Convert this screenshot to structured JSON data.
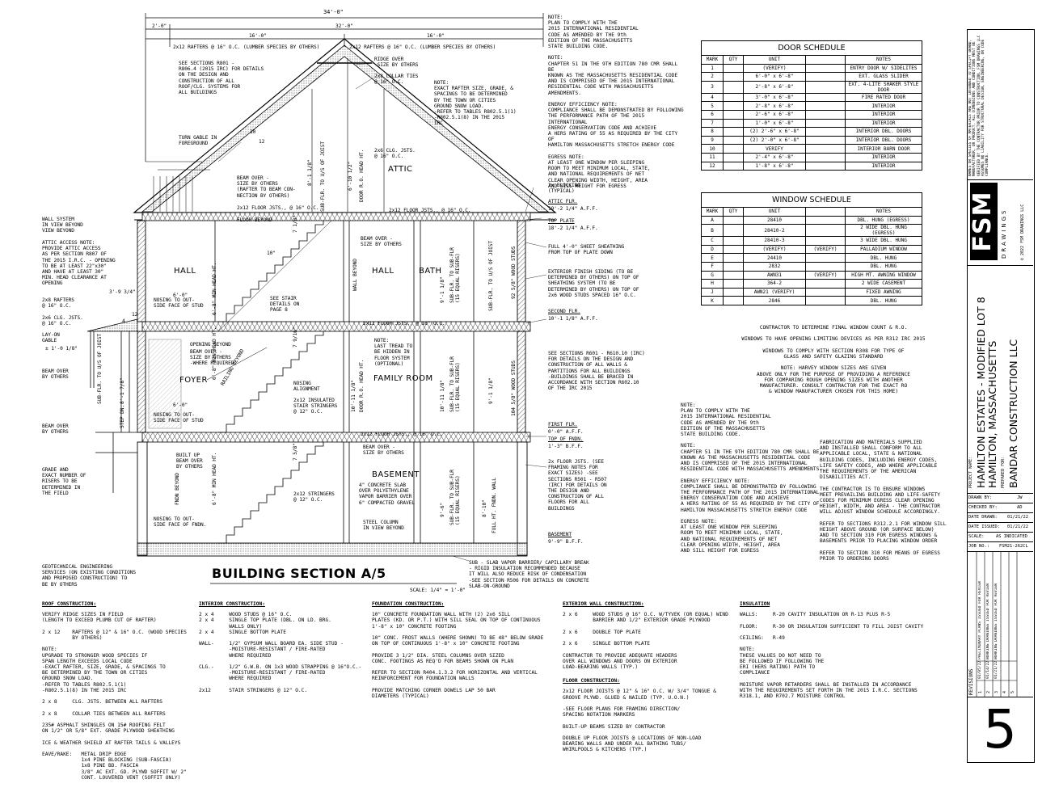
{
  "dimensions": {
    "overall": "34'-0\"",
    "left_offset": "2'-0\"",
    "main_width": "32'-0\"",
    "half_left": "16'-0\"",
    "half_right": "16'-0\"",
    "porch": "3'-9 3/4\"",
    "stair_clear": "6'-0\"",
    "stair_clear_2": "6'-0\"",
    "sill_ht": "± 1'-0 1/8\"",
    "roof_pitch_rise": "10",
    "roof_pitch_run": "12",
    "porch_pitch_rise": "4",
    "porch_pitch_run": "12",
    "head_attic": "8'-1 1/8\"",
    "head_attic_2": "6'-10 1/2\"",
    "hall_head": "6'-8\" MIN HEAD HT.",
    "foyer_head": "6'-8\" MIN HEAD HT.",
    "base_head": "6'-8\" MIN HEAD HT.",
    "dim_2nd": "9'-1 1/8\"",
    "dim_1st": "9'-1 1/8\"",
    "dim_foyer": "8'-1 7/8\"",
    "dim_fam": "10'-11 1/8\"",
    "dim_base": "9'-6\"",
    "dim_base_2": "8'-10\"",
    "riser_1": "7 1/8\"",
    "riser_2": "7 9/16\"",
    "riser_3": "7 5/8\"",
    "tread": "10\"",
    "door_rough": "DOOR R.O. HEAD HT.",
    "step_dn": "STEP DN."
  },
  "rooms": {
    "attic": "ATTIC",
    "hall_left": "HALL",
    "hall_right": "HALL",
    "bath": "BATH",
    "foyer": "FOYER",
    "family": "FAMILY ROOM",
    "basement": "BASEMENT"
  },
  "callouts": {
    "rafters_left": "2x12 RAFTERS @ 16\" O.C. (LUMBER SPECIES BY OTHERS)",
    "rafters_right": "2x12 RAFTERS @ 16\" O.C. (LUMBER SPECIES BY OTHERS)",
    "ridge": "RIDGE OVER\n-SIZE BY OTHERS",
    "collar": "2x8 COLLAR TIES\n@ 16\" O.C.",
    "see_r801": "SEE SECTIONS R801 -\nR806.4 (2015 IRC) FOR DETAILS\nON THE DESIGN AND\nCONSTRUCTION OF ALL\nROOF/CLG. SYSTEMS FOR\nALL BUILDINGS",
    "note_rafter": "NOTE:\nEXACT RAFTER SIZE, GRADE, &\nSPACINGS TO BE DETERMINED\nBY THE TOWN OR CITIES\nGROUND SNOW LOAD.\n-REFER TO TABLES R802.5.1(1)\n-R802.5.1(8) IN THE 2015\nIRC",
    "turn_gable": "TURN GABLE IN\nFOREGROUND",
    "clg_jsts": "2x6 CLG. JSTS.\n@ 16\" O.C.",
    "beam_attic": "BEAM OVER -\nSIZE BY OTHERS\n(RAFTER TO BEAM CON-\nNECTION BY OTHERS)",
    "floor_2x12_attic": "2x12 FLOOR JSTS., @ 16\" O.C.",
    "floor_2x12_attic_r": "2x12 FLOOR JSTS., @ 16\" O.C.",
    "floor_beyond": "FLOOR BEYOND",
    "wall_system": "WALL SYSTEM\nIN VIEW BEYOND\nVIEW BEYOND",
    "attic_access": "ATTIC ACCESS NOTE:\nPROVIDE ATTIC ACCESS\nAS PER SECTION R807 OF\nTHE 2015 I.R.C. - OPENING\nTO BE AT LEAST 22\"x30\"\nAND HAVE AT LEAST 30\"\nMIN. HEAD CLEARANCE AT\nOPENING",
    "rafters_porch": "2x8 RAFTERS\n@ 16\" O.C.",
    "clg_porch": "2x6 CLG. JSTS.\n@ 16\" O.C.",
    "layon": "LAY-ON\nGABLE",
    "beam_over_1": "BEAM OVER\nBY OTHERS",
    "beam_over_2": "BEAM OVER\nBY OTHERS",
    "grade_note": "GRADE AND\nEXACT NUMBER OF\nRISERS TO BE\nDETERMINED IN\nTHE FIELD",
    "beam_hall": "BEAM OVER -\nSIZE BY OTHERS",
    "wall_beyond": "WALL BEYOND",
    "nosing_1": "NOSING TO OUT-\nSIDE FACE OF STUD",
    "see_stair": "SEE STAIR\nDETAILS ON\nPAGE 8",
    "floor_2nd": "2x12 FLOOR JSTS., @ 16\" O.C.",
    "opening_beyond": "OPENING BEYOND",
    "beam_foyer": "BEAM OVER -\nSIZE BY OTHERS\n-WHERE REQUIRED",
    "railing": "RAILING BEYOND",
    "note_tread": "NOTE:\nLAST TREAD TO\nBE HIDDEN IN\nFLOOR SYSTEM\n(OPTIONAL)",
    "nosing_align": "NOSING\nALIGNMENT",
    "stringers_ins": "2x12 INSULATED\nSTAIR STRINGERS\n@ 12\" O.C.",
    "nosing_2": "NOSING TO OUT-\nSIDE FACE OF STUD",
    "floor_1st": "2x12 FLOOR JSTS., @ 16\" O.C.",
    "built_up": "BUILT UP\nBEAM OVER\nBY OTHERS",
    "beam_base": "BEAM OVER -\nSIZE BY OTHERS",
    "slab": "4\" CONCRETE SLAB\nOVER POLYETHYLENE\nVAPOR BARRIER OVER\n6\" COMPACTED GRAVEL",
    "stringers_base": "2x12 STRINGERS\n@ 12\" O.C.",
    "steel_col": "STEEL COLUMN\nIN VIEW BEYOND",
    "nosing_3": "NOSING TO OUT-\nSIDE FACE OF FNDN.",
    "fndn_beyond": "FNDN BEYOND",
    "geotech": "GEOTECHNICAL ENGINEERING\nSERVICES (ON EXISTING CONDITIONS\nAND PROPOSED CONSTRUCTION) TO\nBE BY OTHERS",
    "blocking": "2x BLOCKING\n(TYPICAL)",
    "sheathing": "FULL 4'-0\" SHEET SHEATHING\nFROM TOP OF PLATE DOWN",
    "siding": "EXTERIOR FINISH SIDING (TO BE\nDETERMINED BY OTHERS) ON TOP OF\nSHEATHING SYSTEM (TO BE\nDETERMINED BY OTHERS) ON TOP OF\n2x6 WOOD STUDS SPACED 16\" O.C.",
    "see_r601": "SEE SECTIONS R601 - R610.10 (IRC)\nFOR DETAILS ON THE DESIGN AND\nCONSTRUCTION OF ALL WALLS &\nPARTITIONS FOR ALL BUILDINGS\n-BUILDINGS SHALL BE BRACED IN\nACCORDANCE WITH SECTION R602.10\nOF THE IRC 2015",
    "floor_see": "2x FLOOR JSTS. (SEE\nFRAMING NOTES FOR\nEXACT SIZES) -SEE\nSECTIONS R501 - R507\n(IRC) FOR DETAILS ON\nTHE DESIGN AND\nCONSTRUCTION OF ALL\nFLOORS FOR ALL\nBUILDINGS",
    "sub_slab": "SUB - SLAB VAPOR BARRIER/ CAPILLARY BREAK\n- RIGID INSULATION RECOMMENDED BECAUSE\nIT WILL ALSO REDUCE RISK OF CONDENSATION\n-SEE SECTION R506 FOR DETAILS ON CONCRETE\nSLAB-ON-GROUND",
    "sub_flr_2": "SUB-FLR. TO U/S OF JOIST",
    "sub_flr_1": "SUB-FLR. TO SUB-FLR\n(15 EQUAL RISERS)",
    "wood_studs_92": "92 5/8\" WOOD STUDS",
    "wood_studs_104": "104 5/8\" WOOD STUDS",
    "full_ht": "FULL HT. FNDN. WALL"
  },
  "elevations": [
    {
      "name": "ATTIC FLR.",
      "value": "19'-2 1/4\" A.F.F."
    },
    {
      "name": "TOP PLATE",
      "value": "18'-2 1/4\" A.F.F."
    },
    {
      "name": "SECOND FLR.",
      "value": "10'-1 1/8\" A.F.F."
    },
    {
      "name": "FIRST FLR.",
      "value": "0'-0\" A.F.F."
    },
    {
      "name": "TOP OF FNDN.",
      "value": "1'-3\" B.F.F."
    },
    {
      "name": "BASEMENT",
      "value": "9'-9\" B.F.F."
    }
  ],
  "title": {
    "main": "BUILDING SECTION A/5",
    "scale": "SCALE: 1/4\" = 1'-0\""
  },
  "top_notes": "NOTE:\nPLAN TO COMPLY WITH THE\n2015 INTERNATIONAL RESIDENTIAL\nCODE AS AMENDED BY THE 9th\nEDITION OF THE MASSACHUSETTS\nSTATE BUILDING CODE.\n\nNOTE:\nCHAPTER 51 IN THE 9TH EDITION 780 CMR SHALL BE\nKNOWN AS THE MASSACHUSETTS RESIDENTIAL CODE\nAND IS COMPRISED OF THE 2015 INTERNATIONAL\nRESIDENTIAL CODE WITH MASSACHUSETTS AMENDMENTS.\n\nENERGY EFFICIENCY NOTE:\nCOMPLIANCE SHALL BE DEMONSTRATED BY FOLLOWING\nTHE PERFORMANCE PATH OF THE 2015 INTERNATIONAL\nENERGY CONSERVATION CODE AND ACHIEVE\nA HERS RATING OF 55 AS REQUIRED BY THE CITY OF\nHAMILTON MASSACHUSETTS STRETCH ENERGY CODE\n\nEGRESS NOTE:\nAT LEAST ONE WINDOW PER SLEEPING\nROOM TO MEET MINIMUM LOCAL, STATE,\nAND NATIONAL REQUIREMENTS OF NET\nCLEAR OPENING WIDTH, HEIGHT, AREA\nAND SILL HEIGHT FOR EGRESS",
  "mid_notes": "NOTE:\nPLAN TO COMPLY WITH THE\n2015 INTERNATIONAL RESIDENTIAL\nCODE AS AMENDED BY THE 9th\nEDITION OF THE MASSACHUSETTS\nSTATE BUILDING CODE.\n\nNOTE:\nCHAPTER 51 IN THE 9TH EDITION 780 CMR SHALL BE\nKNOWN AS THE MASSACHUSETTS RESIDENTIAL CODE\nAND IS COMPRISED OF THE 2015 INTERNATIONAL\nRESIDENTIAL CODE WITH MASSACHUSETTS AMENDMENTS.\n\nENERGY EFFICIENCY NOTE:\nCOMPLIANCE SHALL BE DEMONSTRATED BY FOLLOWING\nTHE PERFORMANCE PATH OF THE 2015 INTERNATIONAL\nENERGY CONSERVATION CODE AND ACHIEVE\nA HERS RATING OF 55 AS REQUIRED BY THE CITY OF\nHAMILTON MASSACHUSETTS STRETCH ENERGY CODE\n\nEGRESS NOTE:\nAT LEAST ONE WINDOW PER SLEEPING\nROOM TO MEET MINIMUM LOCAL, STATE,\nAND NATIONAL REQUIREMENTS OF NET\nCLEAR OPENING WIDTH, HEIGHT, AREA\nAND SILL HEIGHT FOR EGRESS",
  "fab_notes": "FABRICATION AND MATERIALS SUPPLIED\nAND INSTALLED SHALL CONFORM TO ALL\nAPPLICABLE LOCAL, STATE & NATIONAL\nBUILDING CODES, INCLUDING ENERGY CODES,\nLIFE SAFETY CODES, AND WHERE APPLICABLE\nTHE REQUIREMENTS OF THE AMERICAN\nDISABILITIES ACT.\n\nTHE CONTRACTOR IS TO ENSURE WINDOWS\nMEET PREVAILING BUILDING AND LIFE-SAFETY\nCODES FOR MINIMUM EGRESS CLEAR OPENING\nHEIGHT, WIDTH, AND AREA - THE CONTRACTOR\nWILL ADJUST WINDOW SCHEDULE ACCORDINGLY.\n\nREFER TO SECTIONS R312.2.1 FOR WINDOW SILL\nHEIGHT ABOVE GROUND (OR SURFACE BELOW)\nAND TO SECTION 310 FOR EGRESS WINDOWS &\nBASEMENTS PRIOR TO PLACING WINDOW ORDER\n\nREFER TO SECTION 310 FOR MEANS OF EGRESS\nPRIOR TO ORDERING DOORS",
  "window_notes": "CONTRACTOR TO DETERMINE FINAL WINDOW COUNT & R.O.\n\nWINDOWS TO HAVE OPENING LIMITING DEVICES AS PER R312 IRC 2015\n\nWINDOWS TO COMPLY WITH SECTION R308 FOR TYPE OF\nGLASS AND SAFETY GLAZING STANDARD\n\nNOTE: HARVEY WINDOW SIZES ARE GIVEN\nABOVE ONLY FOR THE PURPOSE OF PROVIDING A REFERENCE\nFOR COMPARING ROUGH OPENING SIZES WITH ANOTHER\nMANUFACTURER. CONSULT CONTRACTOR FOR THE EXACT RO\n& WINDOW MANUFACTURER CHOSEN FOR THIS HOME)",
  "door_schedule": {
    "title": "DOOR SCHEDULE",
    "headers": [
      "MARK",
      "QTY",
      "UNIT",
      "",
      "NOTES"
    ],
    "rows": [
      [
        "1",
        "",
        "(VERIFY)",
        "",
        "ENTRY DOOR W/ SIDELITES"
      ],
      [
        "2",
        "",
        "6'-0\" x 6'-8\"",
        "",
        "EXT. GLASS SLIDER"
      ],
      [
        "3",
        "",
        "2'-8\" x 6'-8\"",
        "",
        "EXT. 4-LITE SHAKER STYLE DOOR"
      ],
      [
        "4",
        "",
        "3'-0\" x 6'-8\"",
        "",
        "FIRE RATED DOOR"
      ],
      [
        "5",
        "",
        "2'-8\" x 6'-8\"",
        "",
        "INTERIOR"
      ],
      [
        "6",
        "",
        "2'-6\" x 6'-8\"",
        "",
        "INTERIOR"
      ],
      [
        "7",
        "",
        "1'-0\" x 6'-8\"",
        "",
        "INTERIOR"
      ],
      [
        "8",
        "",
        "(2) 2'-6\" x 6'-8\"",
        "",
        "INTERIOR DBL. DOORS"
      ],
      [
        "9",
        "",
        "(2) 2'-0\" x 6'-8\"",
        "",
        "INTERIOR DBL. DOORS"
      ],
      [
        "10",
        "",
        "VERIFY",
        "",
        "INTERIOR BARN DOOR"
      ],
      [
        "11",
        "",
        "2'-4\" x 6'-8\"",
        "",
        "INTERIOR"
      ],
      [
        "12",
        "",
        "1'-8\" x 6'-8\"",
        "",
        "INTERIOR"
      ]
    ]
  },
  "window_schedule": {
    "title": "WINDOW SCHEDULE",
    "headers": [
      "MARK",
      "QTY",
      "UNIT",
      "",
      "NOTES"
    ],
    "rows": [
      [
        "A",
        "",
        "28410",
        "",
        "DBL. HUNG (EGRESS)"
      ],
      [
        "B",
        "",
        "28410-2",
        "",
        "2 WIDE DBL. HUNG (EGRESS)"
      ],
      [
        "C",
        "",
        "28410-3",
        "",
        "3 WIDE DBL. HUNG"
      ],
      [
        "D",
        "",
        "(VERIFY)",
        "(VERIFY)",
        "PALLADIUM WINDOW"
      ],
      [
        "E",
        "",
        "24410",
        "",
        "DBL. HUNG"
      ],
      [
        "F",
        "",
        "2832",
        "",
        "DBL. HUNG"
      ],
      [
        "G",
        "",
        "AWN31",
        "(VERIFY)",
        "HIGH MT. AWNING WINDOW"
      ],
      [
        "H",
        "",
        "364-2",
        "",
        "2 WIDE CASEMENT"
      ],
      [
        "J",
        "",
        "AWN21 (VERIFY)",
        "",
        "FIXED AWNING"
      ],
      [
        "K",
        "",
        "2846",
        "",
        "DBL. HUNG"
      ]
    ]
  },
  "spec": {
    "roof": {
      "head": "ROOF CONSTRUCTION:",
      "body": "VERIFY RIDGE SIZES IN FIELD\n(LENGTH TO EXCEED PLUMB CUT OF RAFTER)\n\n2 x 12    RAFTERS @ 12\" & 16\" O.C. (WOOD SPECIES\n          BY OTHERS)\n\nNOTE:\nUPGRADE TO STRONGER WOOD SPECIES IF\nSPAN LENGTH EXCEEDS LOCAL CODE\n-EXACT RAFTER, SIZE, GRADE, & SPACINGS TO\nBE DETERMINED BY THE TOWN OR CITIES\nGROUND SNOW LOAD.\n-REFER TO TABLES R802.5.1(1)\n-R802.5.1(8) IN THE 2015 IRC\n\n2 x 8     CLG. JSTS. BETWEEN ALL RAFTERS\n\n2 x 8     COLLAR TIES BETWEEN ALL RAFTERS\n\n235# ASPHALT SHINGLES ON 15# ROOFING FELT\nON 1/2\" OR 5/8\" EXT. GRADE PLYWOOD SHEATHING\n\nICE & WEATHER SHIELD AT RAFTER TAILS & VALLEYS\n\nEAVE/RAKE:   METAL DRIP EDGE\n             1x4 PINE BLOCKING (SUB-FASCIA)\n             1x8 PINE BD. FASCIA\n             3/8\" AC EXT. GD. PLYWD SOFFIT W/ 2\"\n             CONT. LOUVERED VENT (SOFFIT ONLY)"
    },
    "interior": {
      "head": "INTERIOR CONSTRUCTION:",
      "body": "2 x 4     WOOD STUDS @ 16\" O.C.\n2 x 4     SINGLE TOP PLATE (DBL. ON LD. BRG.\n          WALLS ONLY)\n2 x 4     SINGLE BOTTOM PLATE\n\nWALL-     1/2\" GYPSUM WALL BOARD EA. SIDE STUD -\n          -MOISTURE-RESISTANT / FIRE-RATED\n          WHERE REQUIRED\n\nCLG.-     1/2\" G.W.B. ON 1x3 WOOD STRAPPING @ 16\"O.C.-\n          -MOISTURE-RESISTANT / FIRE-RATED\n          WHERE REQUIRED\n\n2x12      STAIR STRINGERS @ 12\" O.C."
    },
    "foundation": {
      "head": "FOUNDATION CONSTRUCTION:",
      "body": "10\" CONCRETE FOUNDATION WALL WITH (2) 2x6 SILL\nPLATES (KD. OR P.T.) WITH SILL SEAL ON TOP OF CONTINUOUS\n1'-8\" x 10\" CONCRETE FOOTING\n\n10\" CONC. FROST WALLS (WHERE SHOWN) TO BE 48\" BELOW GRADE\nON TOP OF CONTINUOUS 1'-8\" x 10\" CONCRETE FOOTING\n\nPROVIDE 3 1/2\" DIA. STEEL COLUMNS OVER SIZED\nCONC. FOOTINGS AS REQ'D FOR BEAMS SHOWN ON PLAN\n\nREFER TO SECTION R404.1.3.2 FOR HORIZONTAL AND VERTICAL\nREINFORCEMENT FOR FOUNDATION WALLS\n\nPROVIDE MATCHING CORNER DOWELS LAP 50 BAR\nDIAMETERS (TYPICAL)"
    },
    "exterior": {
      "head": "EXTERIOR WALL CONSTRUCTION:",
      "body": "2 x 6     WOOD STUDS @ 16\" O.C. W/TYVEK (OR EQUAL) WIND\n          BARRIER AND 1/2\" EXTERIOR GRADE PLYWOOD\n\n2 x 6     DOUBLE TOP PLATE\n\n2 x 6     SINGLE BOTTOM PLATE\n\nCONTRACTOR TO PROVIDE ADEQUATE HEADERS\nOVER ALL WINDOWS AND DOORS ON EXTERIOR\nLOAD-BEARING WALLS (TYP.)"
    },
    "floor": {
      "head": "FLOOR CONSTRUCTION:",
      "body": "2x12 FLOOR JOISTS @ 12\" & 16\" O.C. W/ 3/4\" TONGUE &\nGROOVE PLYWD. GLUED & NAILED (TYP. U.O.N.)\n\n-SEE FLOOR PLANS FOR FRAMING DIRECTION/\nSPACING NOTATION MARKERS\n\nBUILT-UP BEAMS SIZED BY CONTRACTOR\n\nDOUBLE UP FLOOR JOISTS @ LOCATIONS OF NON-LOAD\nBEARING WALLS AND UNDER ALL BATHING TUBS/\nWHIRLPOOLS & KITCHENS (TYP.)"
    },
    "insulation": {
      "head": "INSULATION",
      "body": "WALLS:     R-20 CAVITY INSULATION OR R-13 PLUS R-5\n\nFLOOR:     R-30 OR INSULATION SUFFICIENT TO FILL JOIST CAVITY\n\nCEILING:   R-49\n\nNOTE:\nTHESE VALUES DO NOT NEED TO\nBE FOLLOWED IF FOLLOWING THE\nERI (HERS RATING) PATH TO\nCOMPLIANCE\n\nMOISTURE VAPOR RETARDERS SHALL BE INSTALLED IN ACCORDANCE\nWITH THE REQUIREMENTS SET FORTH IN THE 2015 I.R.C. SECTIONS\nR318.1, AND R702.7 MOISTURE CONTROL"
    }
  },
  "title_block": {
    "disclaimer": "NAMES OR SPECIES OF MATERIALS ARE NOT INTENDED TO SPECIFY BRAND, MANUFACTURER, OR PRODUCT. ALL DIMENSIONS AND CONDITIONS MUST BE VERIFIED BY THE CONTRACTOR PRIOR TO CONSTRUCTION. FSM DRAWINGS LLC ASSUMES NO LIABILITY FOR STRUCTURAL DESIGN, ENGINEERING, OR CODE COMPLIANCE.",
    "logo": "FSM",
    "logo_sub": "DRAWINGS",
    "copyright": "© 2022 FSM DRAWINGS LLC",
    "project_name_label": "PROJECT NAME:",
    "project_name": "HAMILTON ESTATES - MODIFIED LOT 8",
    "project_location": "HAMILTON, MASSACHUSETTS",
    "prepared_for_label": "PREPARED FOR:",
    "prepared_for": "BANDAR CONSTRUCTION LLC",
    "drawn_by_label": "DRAWN BY:",
    "drawn_by": "JW",
    "checked_by_label": "CHECKED BY:",
    "checked_by": "AD",
    "date_drawn_label": "DATE DRAWN:",
    "date_drawn": "01/21/22",
    "date_issued_label": "DATE ISSUED:",
    "date_issued": "01/21/22",
    "scale_label": "SCALE:",
    "scale": "AS INDICATED",
    "job_no_label": "JOB NO.:",
    "job_no": "FSM21-262CL",
    "revisions_label": "REVISIONS",
    "revisions": [
      {
        "no": "1",
        "date": "01/05/22",
        "desc": "PRELIMINARY PLANS ISSUED FOR REVIEW"
      },
      {
        "no": "2",
        "date": "01/14/22",
        "desc": "WORKING DRAWINGS ISSUED FOR REVIEW"
      },
      {
        "no": "3",
        "date": "01/21/22",
        "desc": "WORKING DRAWINGS ISSUED FOR REVIEW"
      },
      {
        "no": "4",
        "date": "",
        "desc": ""
      },
      {
        "no": "5",
        "date": "",
        "desc": ""
      }
    ],
    "sheet": "5"
  }
}
